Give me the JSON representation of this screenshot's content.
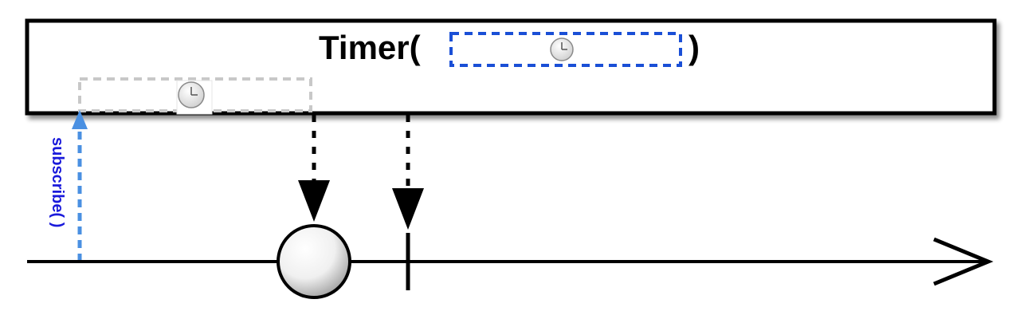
{
  "operator": {
    "name": "Timer(",
    "close_paren": ")",
    "parameter_icon": "clock-icon"
  },
  "subscription": {
    "label": "subscribe( )",
    "color": "#4a90e2"
  },
  "timeline": {
    "emitted_item": "single-item-marble",
    "terminal_event": "completion"
  },
  "colors": {
    "parameter_outline": "#1a4fd6",
    "delay_outline": "#c8c8c8",
    "subscribe_label": "#1a1adb",
    "stroke": "#000000"
  }
}
